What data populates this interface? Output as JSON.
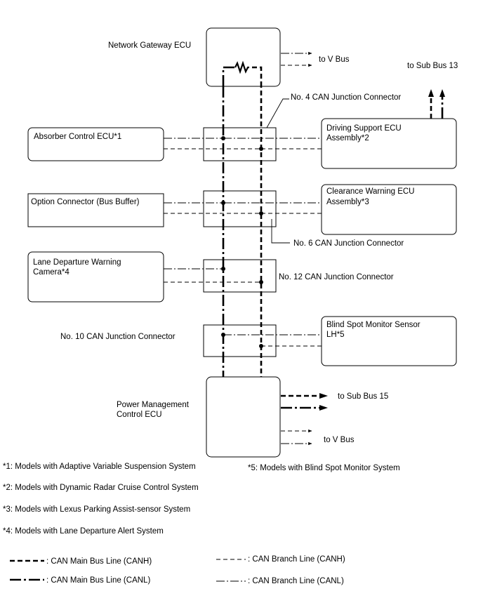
{
  "nodes": {
    "gateway": "Network Gateway ECU",
    "absorber": "Absorber Control ECU*1",
    "driving_support": [
      "Driving Support ECU",
      "Assembly*2"
    ],
    "option": "Option Connector (Bus Buffer)",
    "clearance": [
      "Clearance Warning ECU",
      "Assembly*3"
    ],
    "lane_camera": [
      "Lane Departure Warning",
      "Camera*4"
    ],
    "blind_spot": [
      "Blind Spot Monitor Sensor",
      "LH*5"
    ],
    "power_mgmt": [
      "Power Management",
      "Control ECU"
    ]
  },
  "connectors": {
    "no4": "No. 4 CAN Junction Connector",
    "no6": "No. 6 CAN Junction Connector",
    "no12": "No. 12 CAN Junction Connector",
    "no10": "No. 10 CAN Junction Connector"
  },
  "destinations": {
    "v_bus_top": "to V Bus",
    "sub_bus_13": "to Sub Bus 13",
    "sub_bus_15": "to Sub Bus 15",
    "v_bus_bottom": "to V Bus"
  },
  "notes": [
    "*1: Models with Adaptive Variable Suspension System",
    "*2: Models with Dynamic Radar Cruise Control System",
    "*3: Models with Lexus Parking Assist-sensor System",
    "*4: Models with Lane Departure Alert System",
    "*5: Models with Blind Spot Monitor System"
  ],
  "legend": {
    "main_canh": ": CAN Main Bus Line (CANH)",
    "main_canl": ": CAN Main Bus Line (CANL)",
    "branch_canh": ": CAN Branch Line (CANH)",
    "branch_canl": ": CAN Branch Line (CANL)"
  }
}
